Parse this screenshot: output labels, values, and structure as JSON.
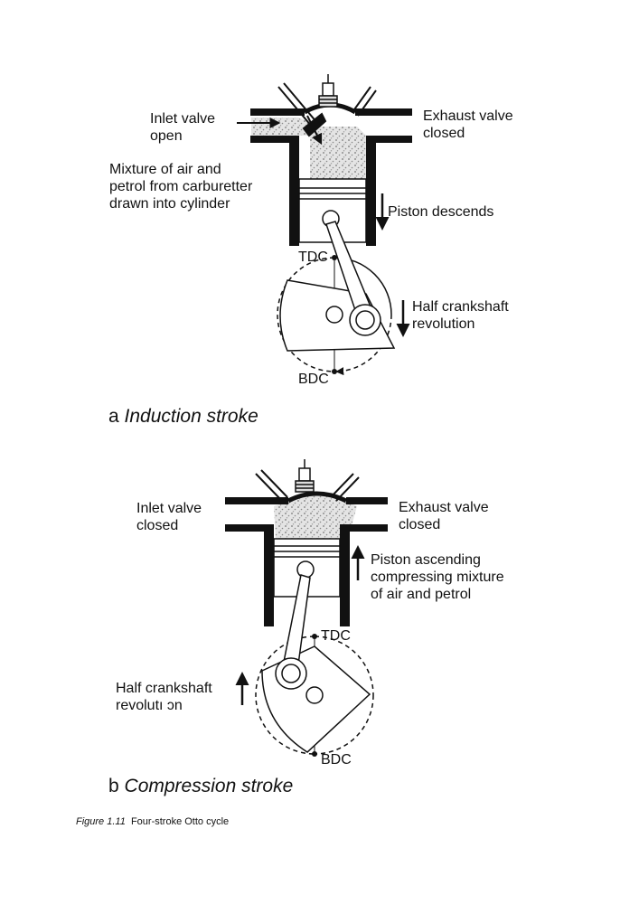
{
  "panel_a": {
    "inlet_label": "Inlet valve\nopen",
    "exhaust_label": "Exhaust valve\nclosed",
    "mixture_label": "Mixture of air and\npetrol from carburetter\ndrawn into cylinder",
    "piston_label": "Piston descends",
    "tdc": "TDC",
    "bdc": "BDC",
    "crank_label": "Half crankshaft\nrevolution",
    "letter": "a",
    "title": "Induction stroke"
  },
  "panel_b": {
    "inlet_label": "Inlet valve\nclosed",
    "exhaust_label": "Exhaust valve\nclosed",
    "piston_label": "Piston ascending\ncompressing mixture\nof air and petrol",
    "tdc": "TDC",
    "bdc": "BDC",
    "crank_label": "Half crankshaft\nrevolutı ɔn",
    "letter": "b",
    "title": "Compression stroke"
  },
  "caption": {
    "number": "Figure 1.11",
    "text": "Four-stroke Otto cycle"
  }
}
